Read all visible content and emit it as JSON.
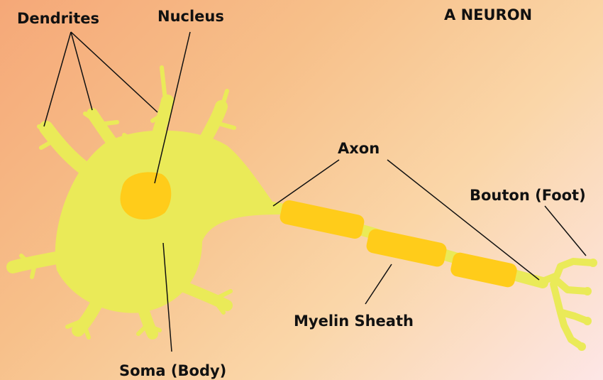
{
  "title": "A NEURON",
  "labels": {
    "dendrites": "Dendrites",
    "nucleus": "Nucleus",
    "axon": "Axon",
    "bouton": "Bouton (Foot)",
    "myelin": "Myelin Sheath",
    "soma": "Soma (Body)"
  },
  "colors": {
    "cell": "#eaea58",
    "nucleus": "#ffcc1a",
    "myelin": "#ffcc1a",
    "pointer": "#111111"
  }
}
